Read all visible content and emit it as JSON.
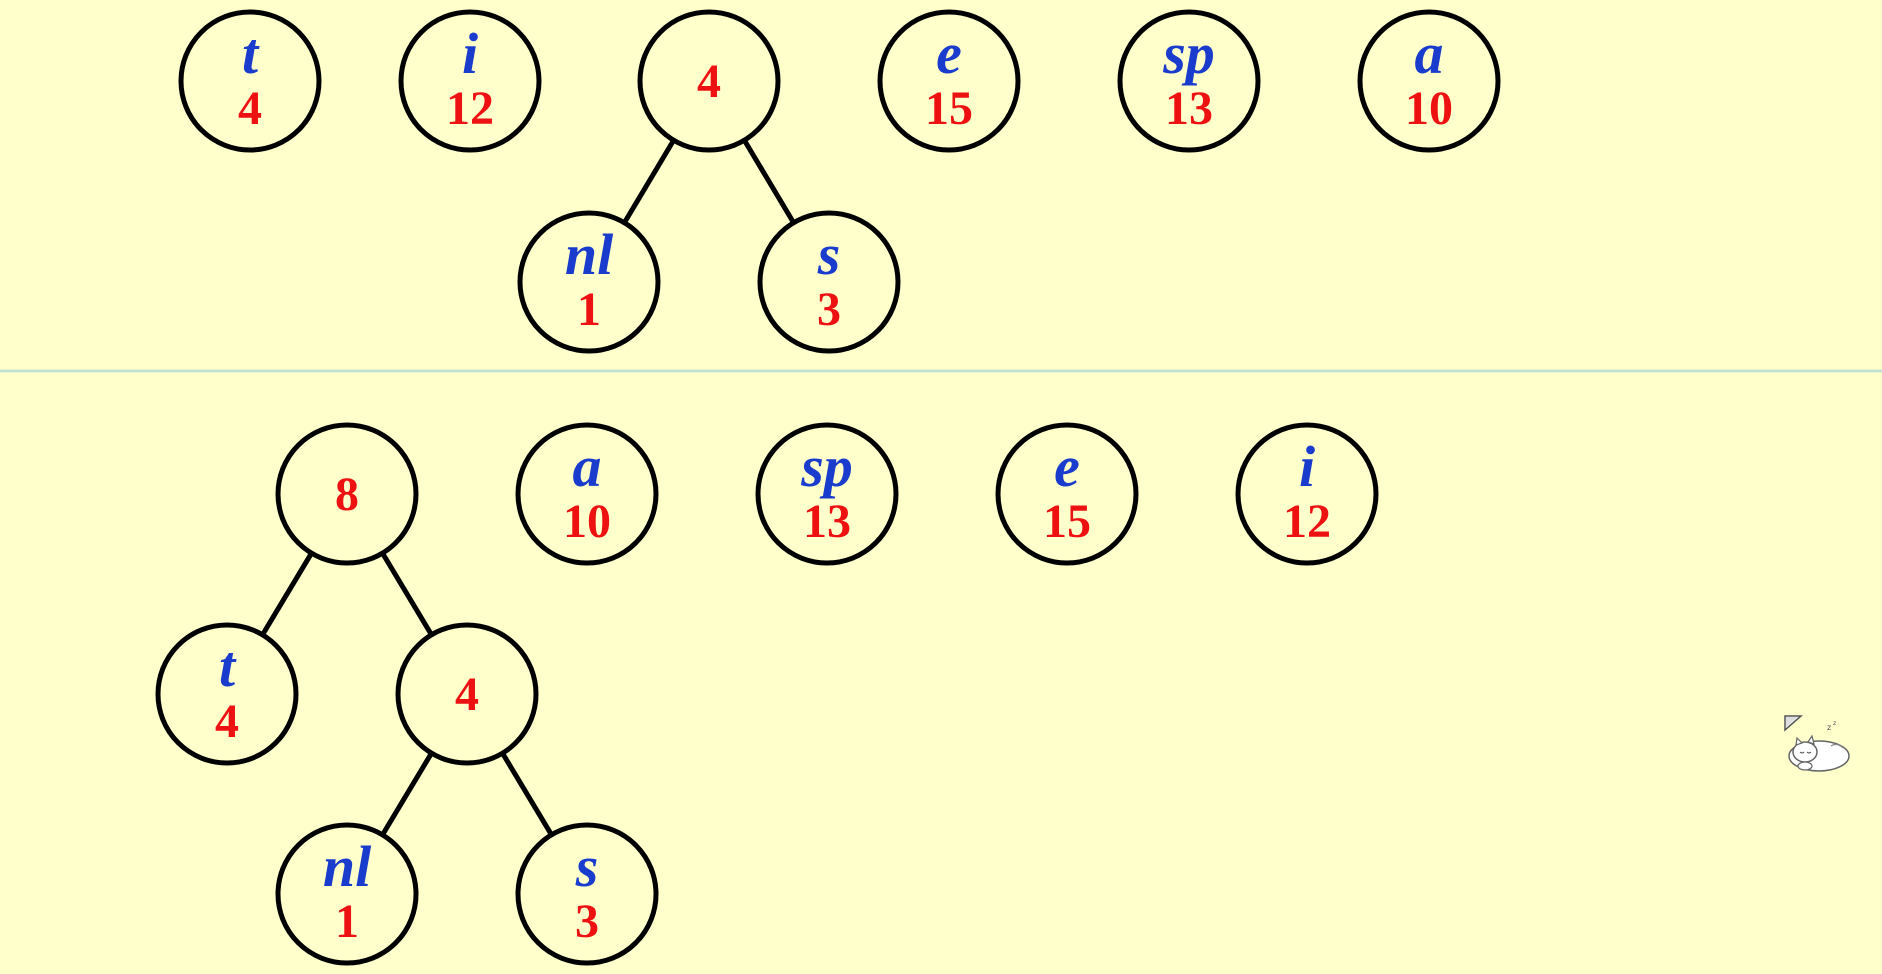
{
  "colors": {
    "background": "#ffffcc",
    "letter": "#1a3ccc",
    "weight": "#ee1111",
    "outline": "#000000",
    "divider": "#a9d6d3"
  },
  "panels": [
    {
      "name": "top",
      "nodes": [
        {
          "id": "t",
          "letter": "t",
          "weight": "4"
        },
        {
          "id": "i",
          "letter": "i",
          "weight": "12"
        },
        {
          "id": "n4",
          "letter": "",
          "weight": "4"
        },
        {
          "id": "nl",
          "letter": "nl",
          "weight": "1"
        },
        {
          "id": "s",
          "letter": "s",
          "weight": "3"
        },
        {
          "id": "e",
          "letter": "e",
          "weight": "15"
        },
        {
          "id": "sp",
          "letter": "sp",
          "weight": "13"
        },
        {
          "id": "a",
          "letter": "a",
          "weight": "10"
        }
      ],
      "edges": [
        [
          "n4",
          "nl"
        ],
        [
          "n4",
          "s"
        ]
      ]
    },
    {
      "name": "bottom",
      "nodes": [
        {
          "id": "n8",
          "letter": "",
          "weight": "8"
        },
        {
          "id": "t",
          "letter": "t",
          "weight": "4"
        },
        {
          "id": "n4",
          "letter": "",
          "weight": "4"
        },
        {
          "id": "nl",
          "letter": "nl",
          "weight": "1"
        },
        {
          "id": "s",
          "letter": "s",
          "weight": "3"
        },
        {
          "id": "a",
          "letter": "a",
          "weight": "10"
        },
        {
          "id": "sp",
          "letter": "sp",
          "weight": "13"
        },
        {
          "id": "e",
          "letter": "e",
          "weight": "15"
        },
        {
          "id": "i",
          "letter": "i",
          "weight": "12"
        }
      ],
      "edges": [
        [
          "n8",
          "t"
        ],
        [
          "n8",
          "n4"
        ],
        [
          "n4",
          "nl"
        ],
        [
          "n4",
          "s"
        ]
      ]
    }
  ],
  "mascot_icon": "sleeping-cat-icon"
}
